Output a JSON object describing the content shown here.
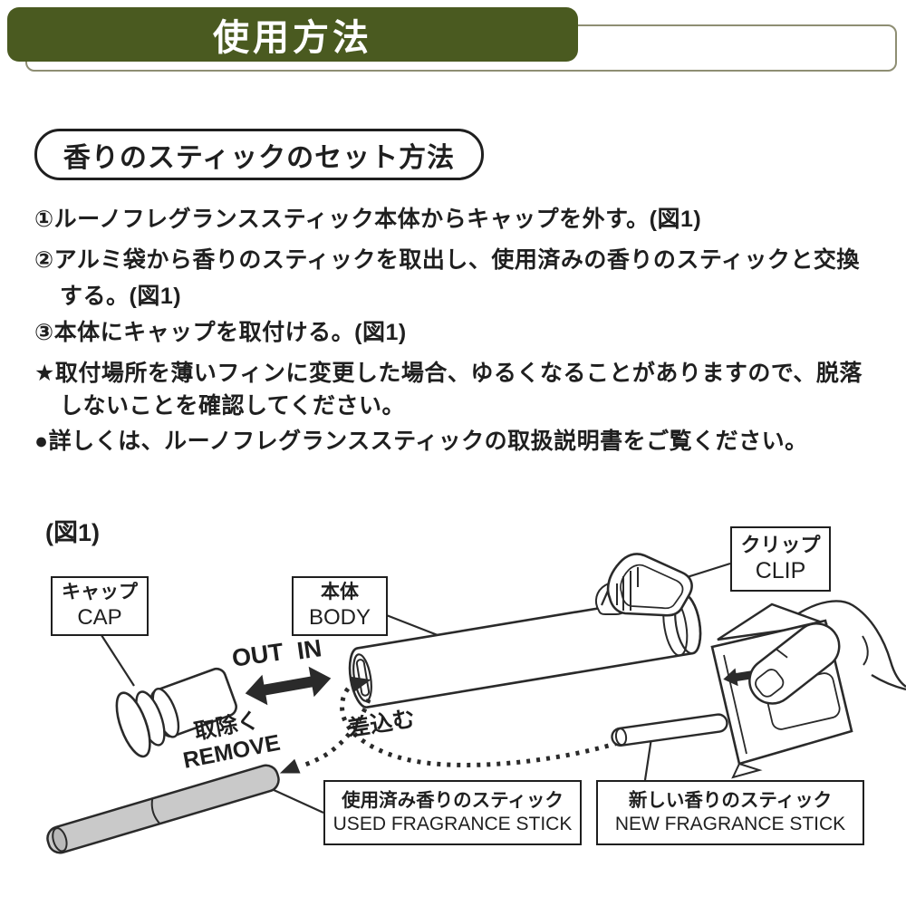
{
  "colors": {
    "header_green": "#4a5a20",
    "header_bar_border": "#8e8e73",
    "ink": "#1f1f1f",
    "line_art": "#2a2a2a",
    "used_stick_gray": "#c9c9c9"
  },
  "header": {
    "title": "使用方法"
  },
  "section": {
    "title": "香りのスティックのセット方法"
  },
  "instructions": [
    {
      "text": "①ルーノフレグランススティック本体からキャップを外す。(図1)",
      "cont": false
    },
    {
      "text": "②アルミ袋から香りのスティックを取出し、使用済みの香りのスティックと交換",
      "cont": false
    },
    {
      "text": "する。(図1)",
      "cont": true
    },
    {
      "text": "③本体にキャップを取付ける。(図1)",
      "cont": false
    },
    {
      "text": "★取付場所を薄いフィンに変更した場合、ゆるくなることがありますので、脱落",
      "cont": false
    },
    {
      "text": "しないことを確認してください。",
      "cont": true
    },
    {
      "text": "●詳しくは、ルーノフレグランススティックの取扱説明書をご覧ください。",
      "cont": false
    }
  ],
  "figure": {
    "caption": "(図1)",
    "labels": {
      "cap": {
        "jp": "キャップ",
        "en": "CAP"
      },
      "body": {
        "jp": "本体",
        "en": "BODY"
      },
      "clip": {
        "jp": "クリップ",
        "en": "CLIP"
      },
      "used": {
        "jp": "使用済み香りのスティック",
        "en": "USED FRAGRANCE STICK"
      },
      "new": {
        "jp": "新しい香りのスティック",
        "en": "NEW FRAGRANCE STICK"
      }
    },
    "annotations": {
      "out": "OUT",
      "in": "IN",
      "insert": "差込む",
      "remove_jp": "取除く",
      "remove_en": "REMOVE"
    }
  }
}
